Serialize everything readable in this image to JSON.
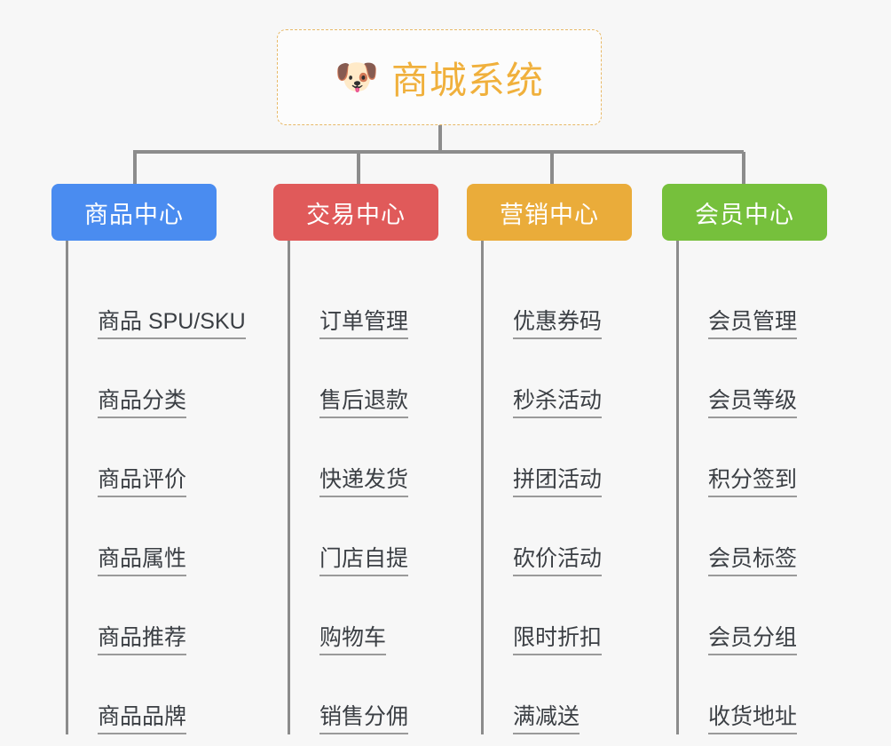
{
  "page": {
    "background": "#f7f7f7",
    "line_color": "#8c8c8c",
    "leaf_text_color": "#3b3f44"
  },
  "root": {
    "title": "商城系统",
    "icon": "shiba-dog-face-emoji",
    "emoji": "🐶",
    "text_color": "#f0b03c",
    "border_color": "#e8b968",
    "background": "#fcfcfc"
  },
  "branches": [
    {
      "title": "商品中心",
      "color": "#4a8cf0",
      "items": [
        "商品 SPU/SKU",
        "商品分类",
        "商品评价",
        "商品属性",
        "商品推荐",
        "商品品牌"
      ]
    },
    {
      "title": "交易中心",
      "color": "#e05a5a",
      "items": [
        "订单管理",
        "售后退款",
        "快递发货",
        "门店自提",
        "购物车",
        "销售分佣"
      ]
    },
    {
      "title": "营销中心",
      "color": "#eaac3a",
      "items": [
        "优惠券码",
        "秒杀活动",
        "拼团活动",
        "砍价活动",
        "限时折扣",
        "满减送"
      ]
    },
    {
      "title": "会员中心",
      "color": "#76c03c",
      "items": [
        "会员管理",
        "会员等级",
        "积分签到",
        "会员标签",
        "会员分组",
        "收货地址"
      ]
    }
  ],
  "layout": {
    "branch_left": [
      58,
      308,
      526,
      746
    ],
    "branch_width": [
      186,
      186,
      186,
      186
    ],
    "drop_left": [
      150,
      402,
      620,
      836
    ]
  }
}
